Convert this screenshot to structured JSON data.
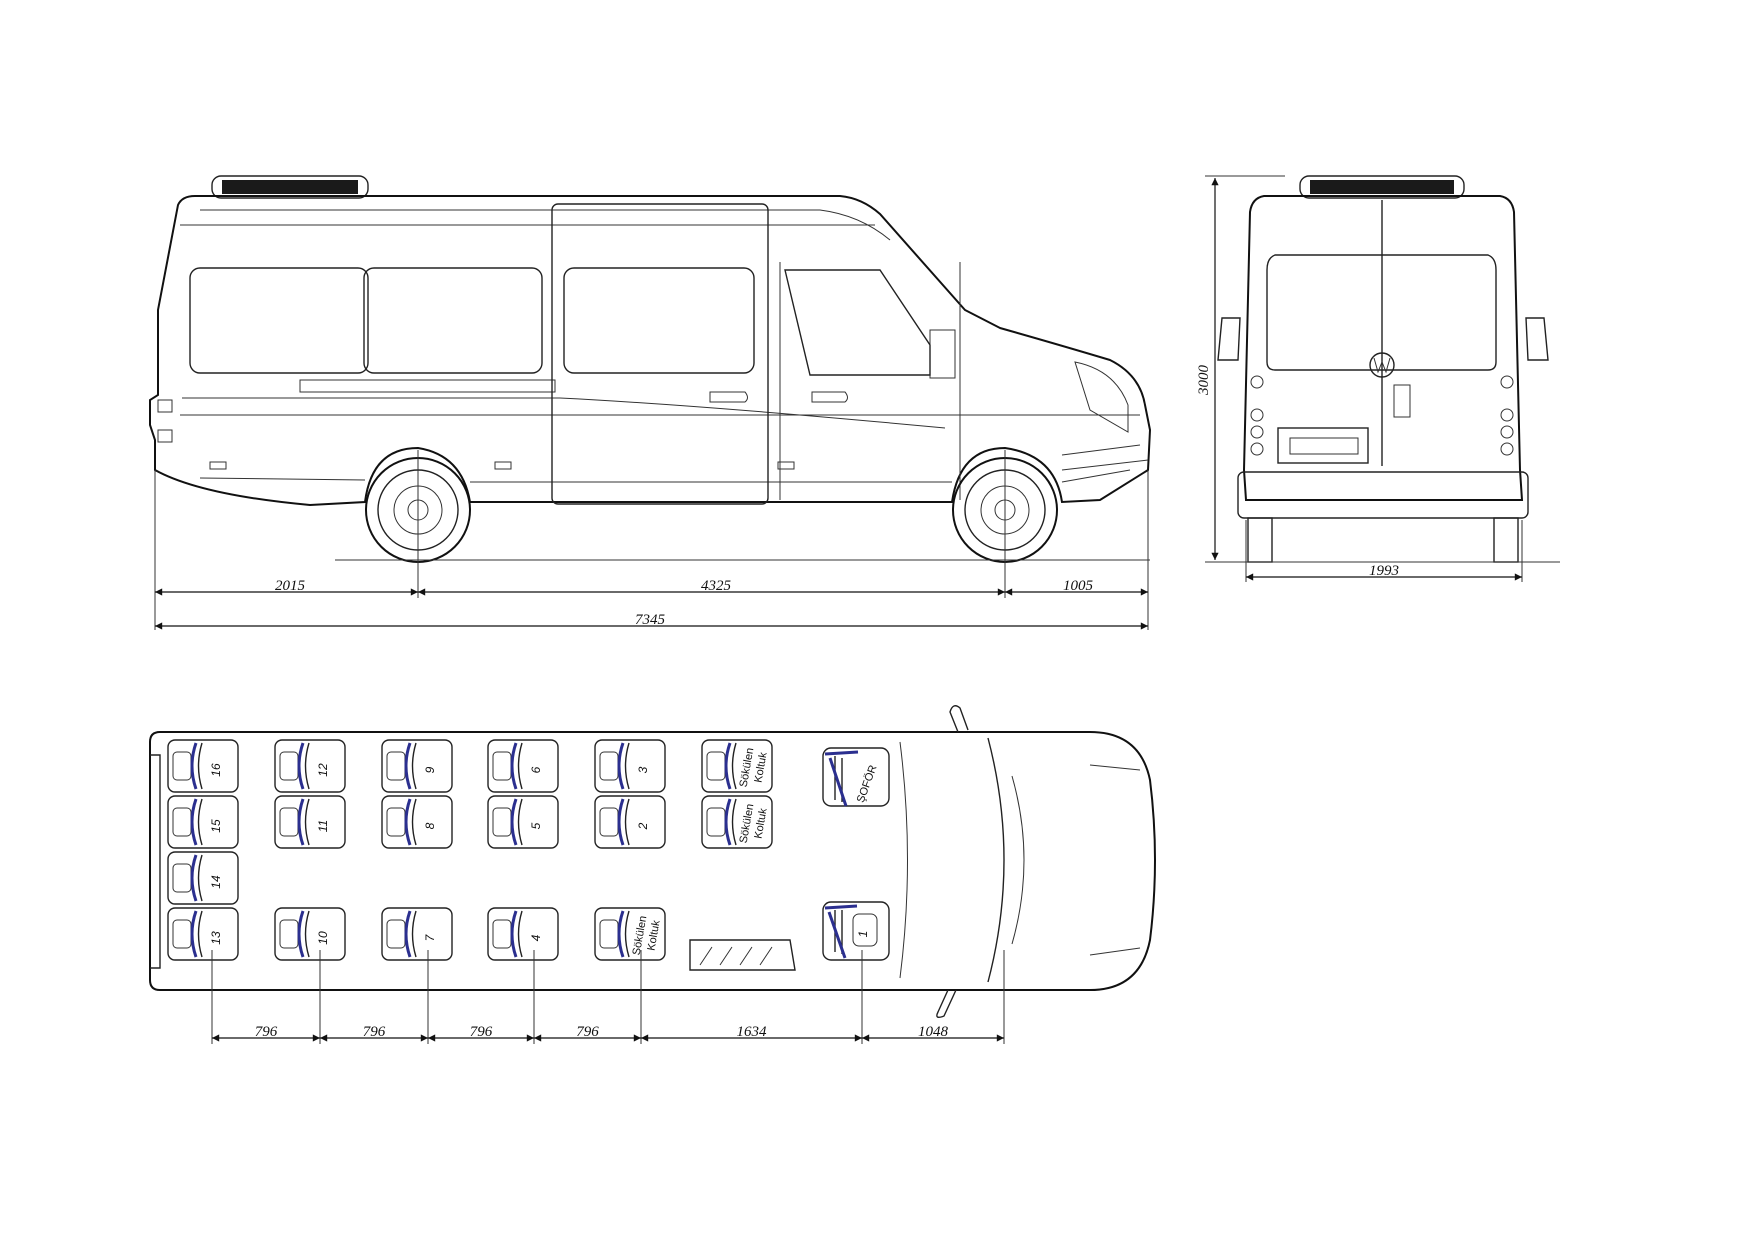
{
  "side_view": {
    "dimensions": {
      "rear_overhang": "2015",
      "wheelbase": "4325",
      "front_overhang": "1005",
      "overall_length": "7345"
    }
  },
  "rear_view": {
    "dimensions": {
      "height": "3000",
      "width": "1993"
    }
  },
  "top_view": {
    "seats": [
      {
        "row": 1,
        "side": "left",
        "label": "16"
      },
      {
        "row": 1,
        "side": "left2",
        "label": "15"
      },
      {
        "row": 1,
        "side": "middle",
        "label": "14"
      },
      {
        "row": 1,
        "side": "right",
        "label": "13"
      },
      {
        "row": 2,
        "side": "left",
        "label": "12"
      },
      {
        "row": 2,
        "side": "left2",
        "label": "11"
      },
      {
        "row": 2,
        "side": "right",
        "label": "10"
      },
      {
        "row": 3,
        "side": "left",
        "label": "9"
      },
      {
        "row": 3,
        "side": "left2",
        "label": "8"
      },
      {
        "row": 3,
        "side": "right",
        "label": "7"
      },
      {
        "row": 4,
        "side": "left",
        "label": "6"
      },
      {
        "row": 4,
        "side": "left2",
        "label": "5"
      },
      {
        "row": 4,
        "side": "right",
        "label": "4"
      },
      {
        "row": 5,
        "side": "left",
        "label": "3"
      },
      {
        "row": 5,
        "side": "left2",
        "label": "2"
      },
      {
        "row": 6,
        "side": "driver",
        "label": "1"
      }
    ],
    "removable_seat_label": [
      "Sökülen",
      "Koltuk"
    ],
    "driver_label": "ŞOFÖR",
    "dimensions": [
      "796",
      "796",
      "796",
      "796",
      "1634",
      "1048"
    ]
  }
}
